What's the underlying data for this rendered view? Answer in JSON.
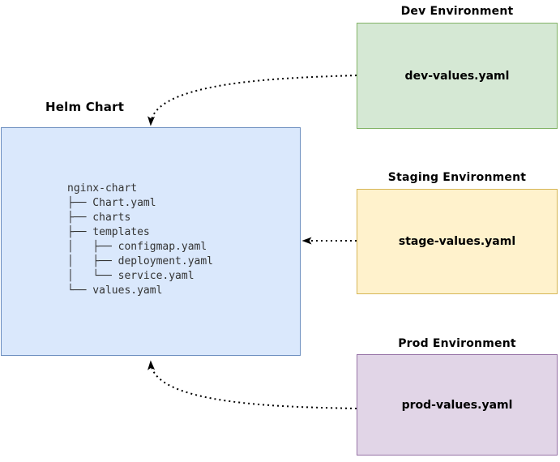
{
  "diagram": {
    "helm_chart": {
      "label": "Helm Chart",
      "tree": "nginx-chart\n├── Chart.yaml\n├── charts\n├── templates\n│   ├── configmap.yaml\n│   ├── deployment.yaml\n│   └── service.yaml\n└── values.yaml",
      "fill": "#DAE8FC",
      "stroke": "#6C8EBF"
    },
    "environments": [
      {
        "label": "Dev Environment",
        "file": "dev-values.yaml",
        "fill": "#D5E8D4",
        "stroke": "#82B366"
      },
      {
        "label": "Staging Environment",
        "file": "stage-values.yaml",
        "fill": "#FFF2CC",
        "stroke": "#D6B656"
      },
      {
        "label": "Prod Environment",
        "file": "prod-values.yaml",
        "fill": "#E1D5E7",
        "stroke": "#9673A6"
      }
    ],
    "connections": [
      {
        "from": "Dev Environment",
        "to": "Helm Chart",
        "style": "dotted-arrow"
      },
      {
        "from": "Staging Environment",
        "to": "Helm Chart",
        "style": "dotted-arrow"
      },
      {
        "from": "Prod Environment",
        "to": "Helm Chart",
        "style": "dotted-arrow"
      }
    ],
    "colors": {
      "arrow": "#000000",
      "background": "#ffffff",
      "tree_text": "#333333"
    }
  }
}
